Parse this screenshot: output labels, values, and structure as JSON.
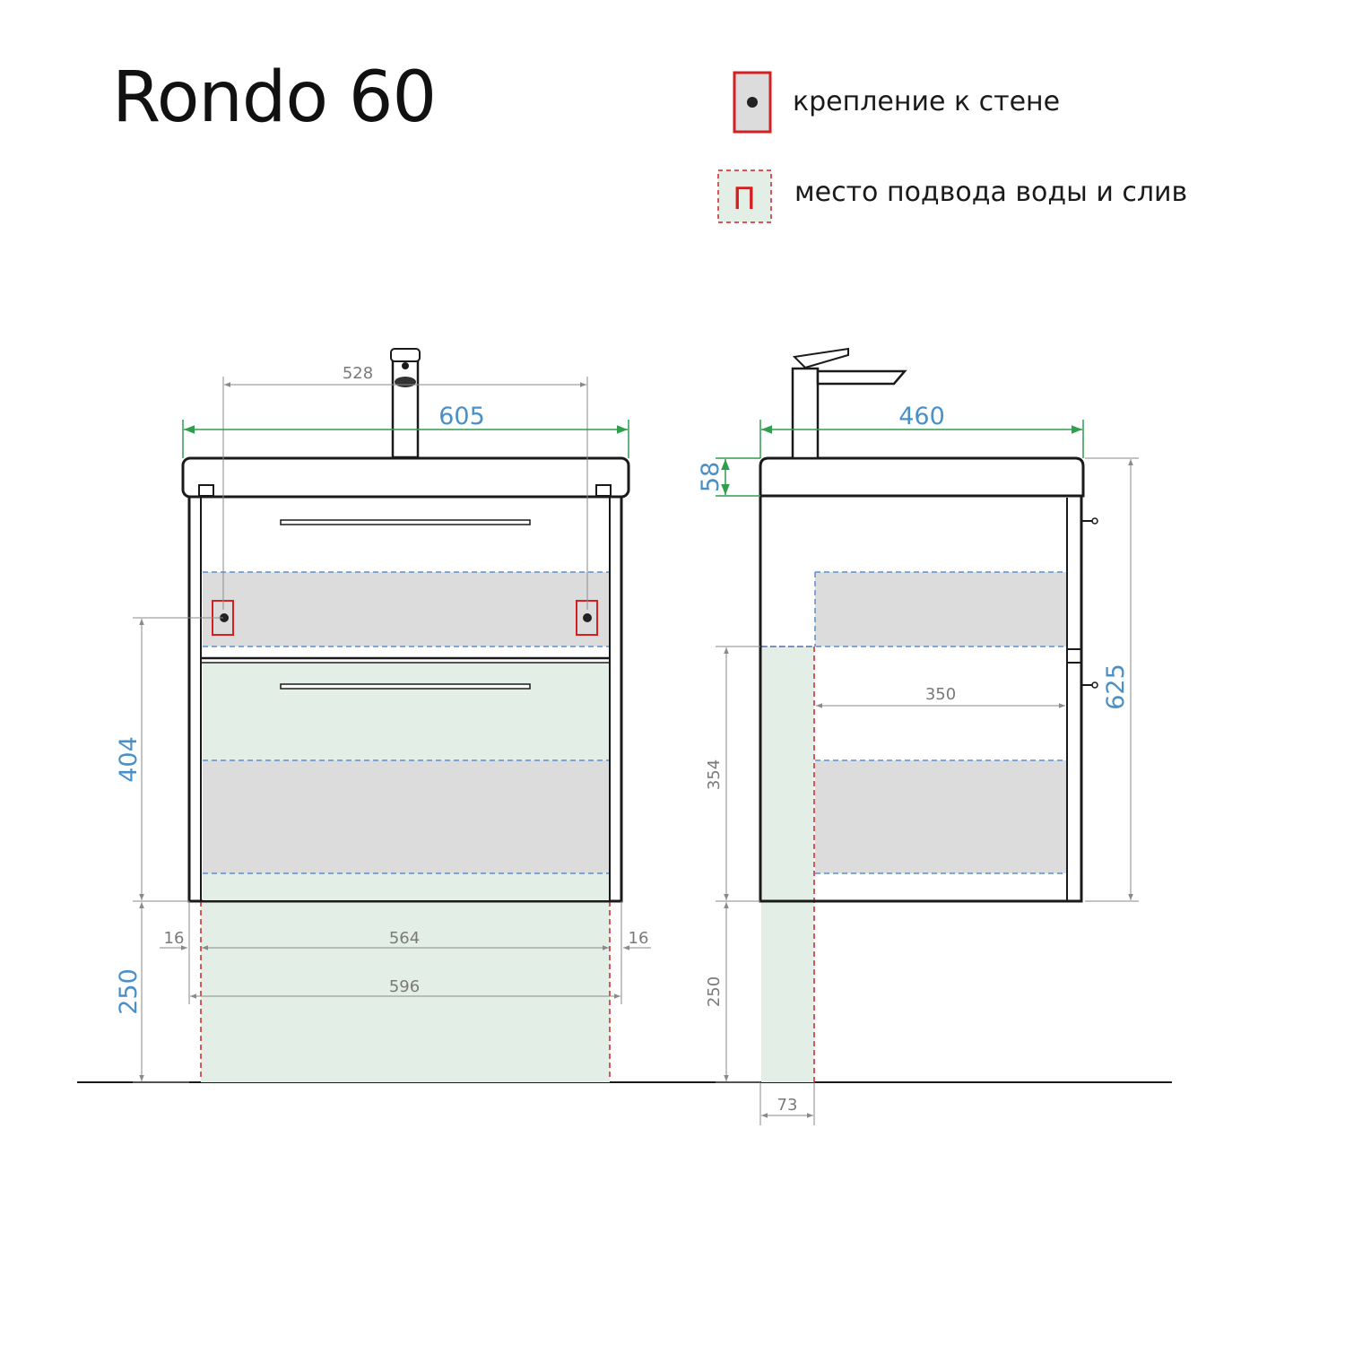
{
  "title": "Rondo 60",
  "legend": {
    "wall_mount": "крепление к стене",
    "water_supply": "место подвода воды и слив",
    "water_symbol": "П"
  },
  "colors": {
    "outline": "#1a1a1a",
    "dim_green": "#2e9e4f",
    "dim_blue_text": "#4a90c8",
    "dim_gray": "#8a8a8a",
    "mount_red": "#d42020",
    "shelf_fill": "#dcdcdc",
    "water_fill": "#e3efe6",
    "dash_blue": "#5a8fd0"
  },
  "front": {
    "width": "605",
    "tap_spacing": "528",
    "mount_height": "404",
    "leg_height": "250",
    "inner_width": "564",
    "outer_bottom": "596",
    "side_left": "16",
    "side_right": "16"
  },
  "side": {
    "depth": "460",
    "top_thickness": "58",
    "total_height": "625",
    "inner_depth": "350",
    "water_height": "354",
    "leg_height": "250",
    "water_offset": "73"
  }
}
